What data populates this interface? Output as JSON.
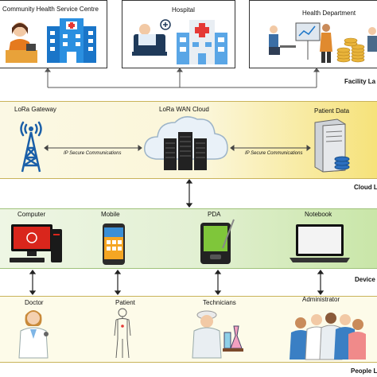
{
  "facility": {
    "boxes": [
      {
        "label": "Community Health Service Centre"
      },
      {
        "label": "Hospital"
      },
      {
        "label": "Health Department"
      }
    ],
    "layer_label": "Facility La"
  },
  "cloud": {
    "gateway": "LoRa Gateway",
    "wan": "LoRa WAN Cloud",
    "patient_data": "Patient Data",
    "ip_left": "IP Secure Communications",
    "ip_right": "IP Secure Communications",
    "layer_label": "Cloud L"
  },
  "device": {
    "items": [
      "Computer",
      "Mobile",
      "PDA",
      "Notebook"
    ],
    "layer_label": "Device L"
  },
  "people": {
    "items": [
      "Doctor",
      "Patient",
      "Technicians",
      "Administrator"
    ],
    "layer_label": "People L"
  },
  "colors": {
    "cloud_band_left": "#fbf8e4",
    "cloud_band_right": "#f6e27a",
    "device_band_left": "#eef6e4",
    "device_band_right": "#c9e6a8",
    "people_band": "#fdfbe9"
  }
}
